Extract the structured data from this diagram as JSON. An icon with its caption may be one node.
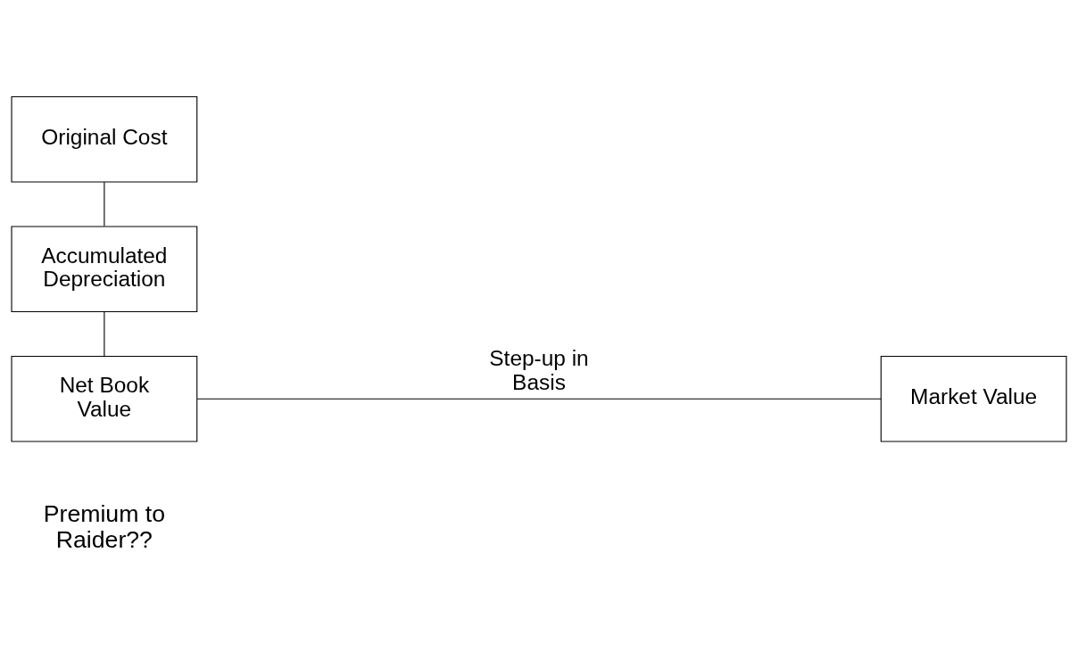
{
  "diagram": {
    "nodes": [
      {
        "text": [
          "Original Cost"
        ]
      },
      {
        "text": [
          "Accumulated Depreciation"
        ]
      },
      {
        "text": [
          "Net Book Value"
        ]
      },
      {
        "text": [
          "Market Value"
        ]
      }
    ],
    "edges": [
      {
        "from": 0,
        "to": 1,
        "arrow": "none"
      },
      {
        "from": 1,
        "to": 2,
        "arrow": "none"
      },
      {
        "from": 2,
        "to": 3,
        "arrow": "none",
        "label": "Step-up in Basis"
      }
    ],
    "labels": [
      "Premium to Raider??"
    ]
  }
}
